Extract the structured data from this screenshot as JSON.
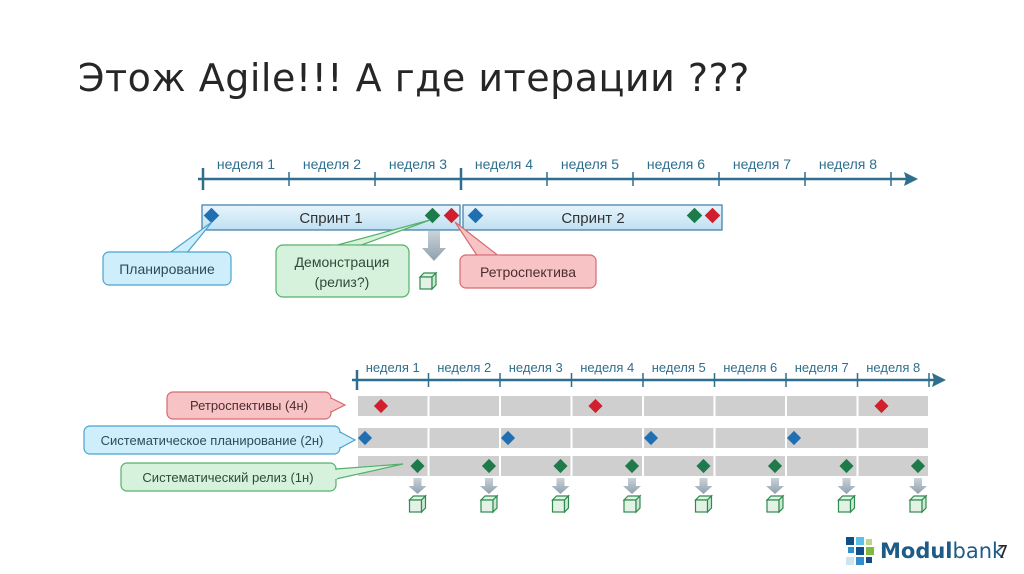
{
  "slide": {
    "title": "Этож Agile!!! А где итерации ???",
    "page_number": "7"
  },
  "brand": {
    "logo_bold": "Modul",
    "logo_regular": "bank",
    "colors": [
      "#0f4e86",
      "#2f8fce",
      "#5cc0e8",
      "#7fb843",
      "#b8d98a",
      "#cfe3f1"
    ]
  },
  "colors": {
    "axis": "#2e6f8e",
    "planning": "#1f6fb2",
    "demo": "#1e7a4a",
    "retro": "#d0202e",
    "sprint_fill": "#d7ecf8",
    "gray_cell": "#cfcfcf",
    "callout_blue": "#cdeefa",
    "callout_green": "#d7f2dc",
    "callout_red": "#f7c3c5"
  },
  "top": {
    "weeks": [
      "неделя 1",
      "неделя 2",
      "неделя 3",
      "неделя 4",
      "неделя 5",
      "неделя 6",
      "неделя 7",
      "неделя 8"
    ],
    "sprints": [
      "Спринт 1",
      "Спринт 2"
    ],
    "callouts": {
      "planning": "Планирование",
      "demo_line1": "Демонстрация",
      "demo_line2": "(релиз?)",
      "retro": "Ретроспектива"
    }
  },
  "bottom": {
    "weeks": [
      "неделя 1",
      "неделя 2",
      "неделя 3",
      "неделя 4",
      "неделя 5",
      "неделя 6",
      "неделя 7",
      "неделя 8"
    ],
    "rows": [
      {
        "label": "Ретроспективы (4н)",
        "kind": "retro",
        "marker_weeks": [
          1,
          4,
          8
        ]
      },
      {
        "label": "Систематическое планирование (2н)",
        "kind": "planning",
        "marker_weeks": [
          1,
          3,
          5,
          7
        ]
      },
      {
        "label": "Систематический релиз (1н)",
        "kind": "demo",
        "marker_weeks": [
          1,
          2,
          3,
          4,
          5,
          6,
          7,
          8
        ]
      }
    ]
  }
}
